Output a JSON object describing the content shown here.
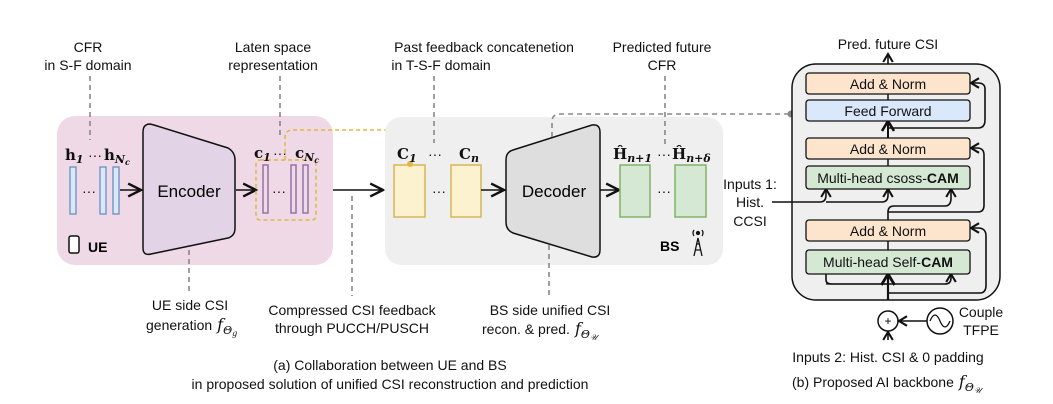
{
  "colors": {
    "ue_bg": "#efd9e6",
    "bs_bg": "#efefef",
    "encoder": "#e2d4e6",
    "decoder": "#dedede",
    "h_vec": "#dae8fc",
    "h_stroke": "#6c8ebf",
    "c_stroke": "#9673a6",
    "feedback": "#fdf2cf",
    "feedback_stroke": "#d6b656",
    "pred": "#d5e8d4",
    "pred_stroke": "#82b366",
    "addnorm": "#fde4cc",
    "ff": "#dae8fc",
    "cam": "#d5e8d4"
  },
  "annotations": {
    "cfr": [
      "CFR",
      "in S-F domain"
    ],
    "latent": [
      "Laten space",
      "representation"
    ],
    "past": [
      "Past feedback concatenetion",
      "in T-S-F domain"
    ],
    "predicted": [
      "Predicted future",
      "CFR"
    ],
    "ue_side": [
      "UE side CSI",
      "generation"
    ],
    "compressed": [
      "Compressed CSI feedback",
      "through PUCCH/PUSCH"
    ],
    "bs_side": [
      "BS side unified CSI",
      "recon. & pred."
    ]
  },
  "math": {
    "h": "h",
    "h1_sub": "1",
    "hn_sub": "N",
    "hn_subsub": "c",
    "c": "c",
    "c1_sub": "1",
    "cn_sub": "N",
    "cn_subsub": "c",
    "C": "C",
    "C1_sub": "1",
    "Cn_sub": "n",
    "H": "Ĥ",
    "Hn1_sub": "n+1",
    "Hnd_sub": "n+δ",
    "dots": "···",
    "f": "f",
    "theta": "Θ",
    "g": "g",
    "u": "𝒰"
  },
  "ue": {
    "encoder": "Encoder",
    "label": "UE",
    "icon": "phone-icon"
  },
  "bs": {
    "decoder": "Decoder",
    "label": "BS",
    "icon": "tower-icon"
  },
  "captions": {
    "a": [
      "(a) Collaboration between UE and BS",
      "in proposed solution of unified CSI reconstruction and prediction"
    ],
    "b": "(b) Proposed AI backbone"
  },
  "backbone": {
    "output": "Pred. future CSI",
    "add_norm": "Add & Norm",
    "feed_forward": "Feed Forward",
    "cross_cam_prefix": "Multi-head csoss-",
    "cam": "CAM",
    "self_cam_prefix": "Multi-head Self-",
    "inputs1": [
      "Inputs 1:",
      "Hist.",
      "CCSI"
    ],
    "plus": "+",
    "tfpe": [
      "Couple",
      "TFPE"
    ],
    "inputs2": "Inputs 2: Hist. CSI & 0 padding"
  }
}
